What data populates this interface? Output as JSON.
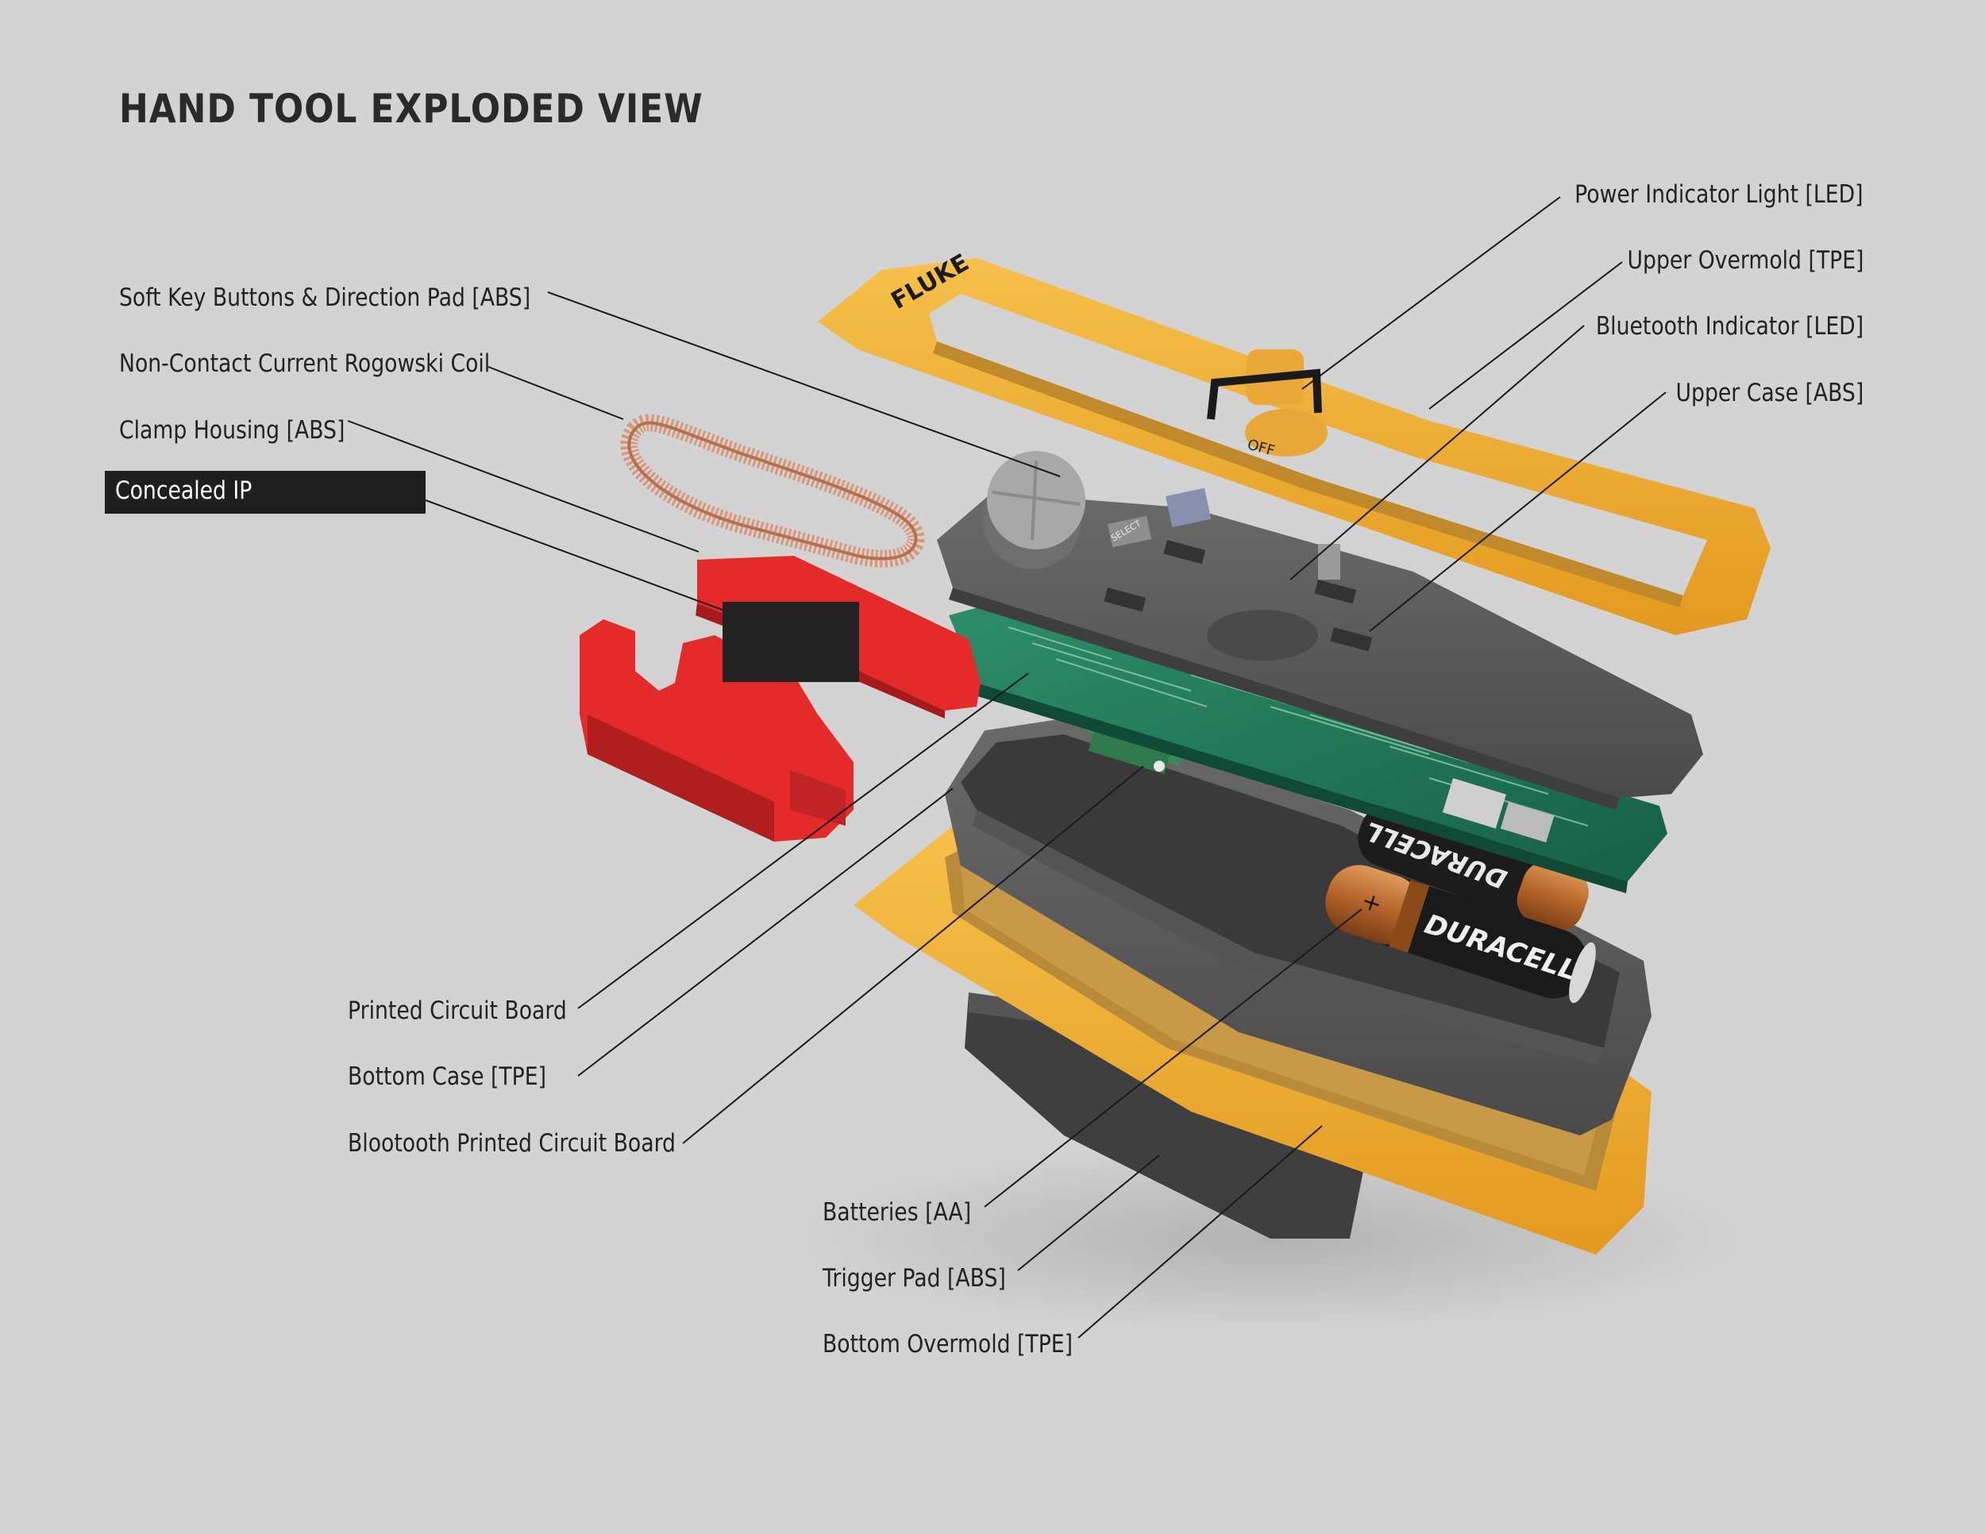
{
  "title": "HAND TOOL EXPLODED VIEW",
  "labels": {
    "soft_key": "Soft Key Buttons & Direction Pad [ABS]",
    "rogowski": "Non-Contact Current Rogowski Coil",
    "clamp_housing": "Clamp Housing [ABS]",
    "concealed": "Concealed IP",
    "power_led": "Power Indicator Light [LED]",
    "upper_overmold": "Upper Overmold [TPE]",
    "bluetooth_led": "Bluetooth Indicator  [LED]",
    "upper_case": "Upper Case [ABS]",
    "pcb": "Printed Circuit Board",
    "bottom_case": "Bottom Case [TPE]",
    "bt_pcb": "Blootooth Printed Circuit Board",
    "batteries": "Batteries [AA]",
    "trigger_pad": "Trigger Pad [ABS]",
    "bottom_overmold": "Bottom Overmold [TPE]"
  },
  "product": {
    "brand": "FLUKE",
    "off_label": "OFF",
    "select_label": "SELECT",
    "battery_brand": "DURACELL",
    "battery_plus": "+"
  },
  "colors": {
    "background": "#d3d3d3",
    "overmold_yellow": "#f2b134",
    "case_gray": "#5c5c5c",
    "clamp_red": "#e52a2a",
    "pcb_green": "#1f7a5a",
    "coil_copper": "#d9977a",
    "battery_copper": "#b5652a"
  }
}
